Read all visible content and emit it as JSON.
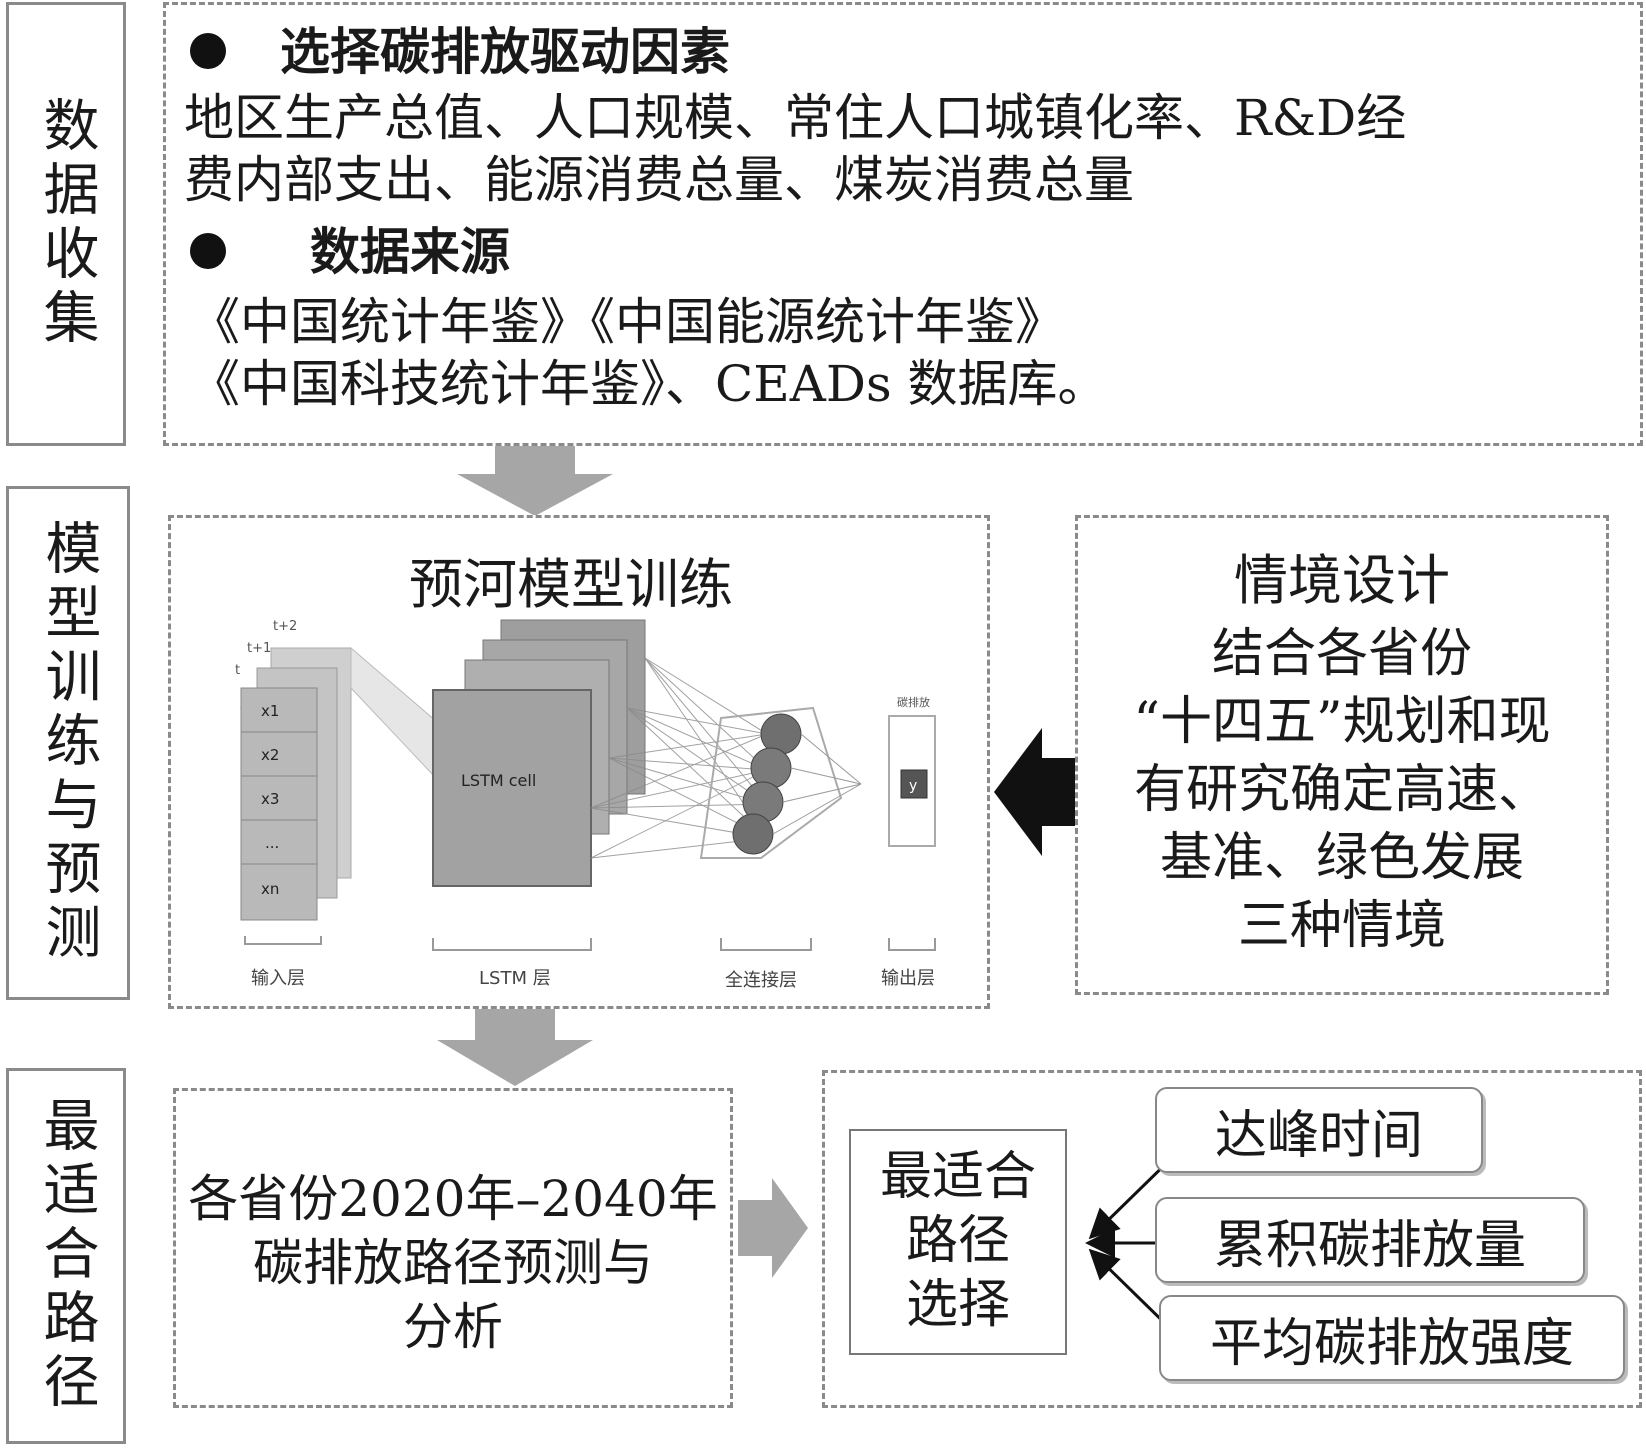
{
  "stages": {
    "data": "数据收集",
    "model": "模型训练与预测",
    "path": "最适合路径"
  },
  "data_collection": {
    "heading1": "选择碳排放驱动因素",
    "factors_line1": "地区生产总值、人口规模、常住人口城镇化率、R&D经",
    "factors_line2": "费内部支出、能源消费总量、煤炭消费总量",
    "heading2": "数据来源",
    "sources_line1": "《中国统计年鉴》《中国能源统计年鉴》",
    "sources_line2": "《中国科技统计年鉴》、CEADs 数据库。"
  },
  "model_training": {
    "title": "预河模型训练",
    "network": {
      "input_layer": "输入层",
      "lstm_layer": "LSTM 层",
      "dense_layer": "全连接层",
      "output_layer": "输出层",
      "lstm_cell": "LSTM cell",
      "time_labels": [
        "t+2",
        "t+1",
        "t"
      ],
      "inputs": [
        "x1",
        "x2",
        "x3",
        "...",
        "xn"
      ],
      "output_symbol": "y",
      "output_caption": "碳排放"
    }
  },
  "scenario": {
    "title": "情境设计",
    "lines": [
      "结合各省份",
      "“十四五”规划和现",
      "有研究确定高速、",
      "基准、绿色发展",
      "三种情境"
    ]
  },
  "prediction": {
    "lines": [
      "各省份2020年–2040年",
      "碳排放路径预测与",
      "分析"
    ]
  },
  "best_path": {
    "lines": [
      "最适合",
      "路径",
      "选择"
    ],
    "criteria": [
      "达峰时间",
      "累积碳排放量",
      "平均碳排放强度"
    ]
  },
  "colors": {
    "arrow_gray": "#a6a6a6",
    "arrow_dark": "#111111",
    "border_gray": "#8a8a8a"
  }
}
